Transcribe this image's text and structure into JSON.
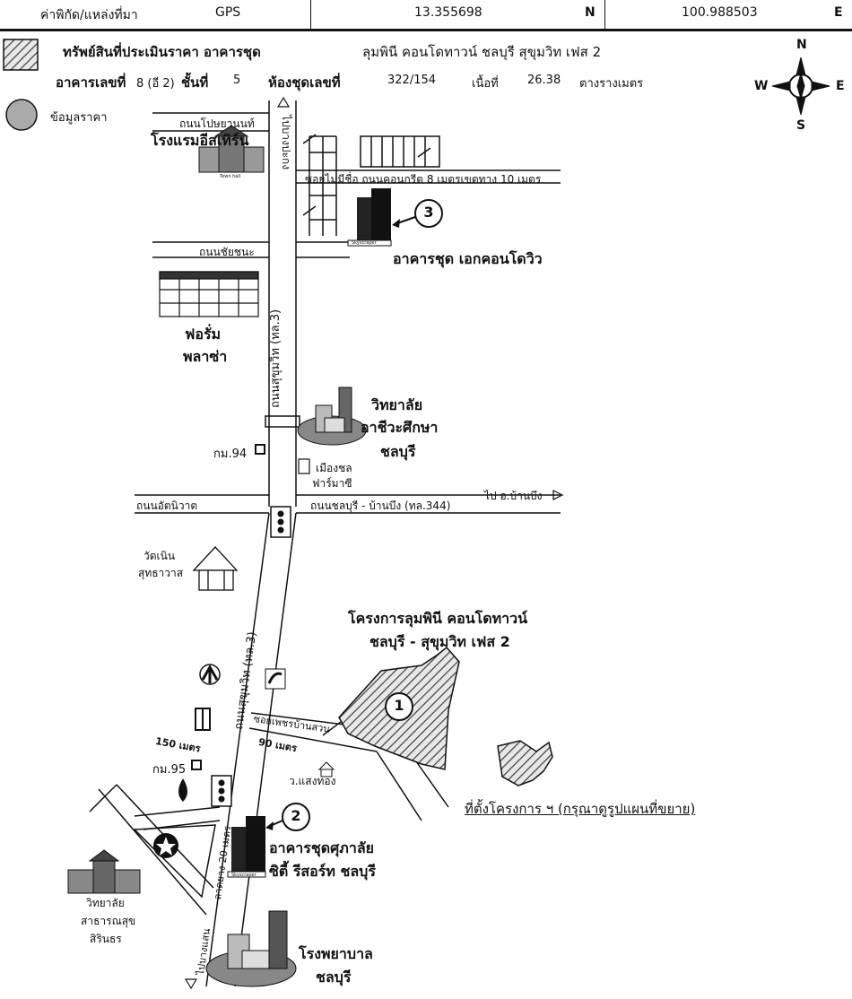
{
  "header": {
    "coord_label": "ค่าพิกัด/แหล่งที่มา",
    "source": "GPS",
    "lat": "13.355698",
    "lat_dir": "N",
    "lon": "100.988503",
    "lon_dir": "E"
  },
  "legend": {
    "property_label": "ทรัพย์สินที่ประเมินราคา อาคารชุด",
    "property_name": "ลุมพินี คอนโดทาวน์ ชลบุรี สุขุมวิท เฟส 2",
    "building_label": "อาคารเลขที่",
    "building_value": "8 (อี 2)",
    "floor_label": "ชั้นที่",
    "floor_value": "5",
    "unit_label": "ห้องชุดเลขที่",
    "unit_value": "322/154",
    "area_label": "เนื้อที่",
    "area_value": "26.38",
    "area_unit": "ตางรางเมตร",
    "price_data_label": "ข้อมูลราคา"
  },
  "compass": {
    "n": "N",
    "s": "S",
    "e": "E",
    "w": "W"
  },
  "roads": {
    "poyanon": "ถนนโปษยานนท์",
    "to_bangpakong": "ไปบางปะกง",
    "soi_unnamed": "ซอยไม่มีชื่อ ถนนคอนกรีต 8 เมตรเขตทาง 10 เมตร",
    "chaichana": "ถนนชัยชนะ",
    "sukhumvit_top": "ถนนสุขุมวิท (ทล.3)",
    "atthaniwat": "ถนนอัตนิวาต",
    "chonburi_banbueng": "ถนนชลบุรี - บ้านบึง (ทล.344)",
    "to_banbueng": "ไป อ.บ้านบึง",
    "sukhumvit_bottom": "ถนนสุขุมวิท (ทล.3)",
    "soi_phetbansuan": "ซอยเพชรบ้านสวน",
    "dist_90": "90 เมตร",
    "dist_150": "150 เมตร",
    "to_bangsaen": "ไปบางแสน",
    "width_20": "ลาดยาง 20 เมตร",
    "km94": "กม.94",
    "km95": "กม.95"
  },
  "landmarks": {
    "eastern_hotel": "โรงแรมอีสเทิร์น",
    "town_hall": "Town hall",
    "forum_1": "ฟอรั่ม",
    "forum_2": "พลาซ่า",
    "voc_1": "วิทยาลัย",
    "voc_2": "อาชีวะศึกษา",
    "voc_3": "ชลบุรี",
    "pharm_1": "เมืองชล",
    "pharm_2": "ฟาร์มาซี",
    "wat_1": "วัดเนิน",
    "wat_2": "สุทธาวาส",
    "project_1": "โครงการลุมพินี คอนโดทาวน์",
    "project_2": "ชลบุรี - สุขุมวิท เฟส 2",
    "sangthong": "ว.แสงทอง",
    "site_note": "ที่ตั้งโครงการ ฯ (กรุณาดูรูปแผนที่ขยาย)",
    "supalai_1": "อาคารชุดศุภาลัย",
    "supalai_2": "ซิตี้ รีสอร์ท ชลบุรี",
    "eakcondo": "อาคารชุด เอกคอนโดวิว",
    "college_1": "วิทยาลัย",
    "college_2": "สาธารณสุข",
    "college_3": "สิรินธร",
    "hospital_1": "โรงพยาบาล",
    "hospital_2": "ชลบุรี",
    "skyscraper": "Skyscraper"
  },
  "markers": {
    "m1": "1",
    "m2": "2",
    "m3": "3"
  }
}
